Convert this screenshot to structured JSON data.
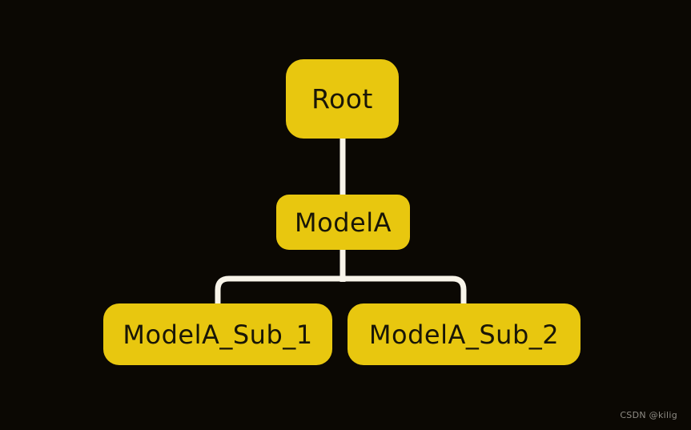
{
  "canvas": {
    "background": "#0b0803"
  },
  "diagram": {
    "type": "tree",
    "node_fill": "#e8c70f",
    "node_text_color": "#191607",
    "connector_color": "#f8f4e9",
    "nodes": [
      {
        "id": "root",
        "label": "Root",
        "parent": null
      },
      {
        "id": "modela",
        "label": "ModelA",
        "parent": "root"
      },
      {
        "id": "modela_sub_1",
        "label": "ModelA_Sub_1",
        "parent": "modela"
      },
      {
        "id": "modela_sub_2",
        "label": "ModelA_Sub_2",
        "parent": "modela"
      }
    ],
    "edges": [
      {
        "from": "root",
        "to": "modela"
      },
      {
        "from": "modela",
        "to": "modela_sub_1"
      },
      {
        "from": "modela",
        "to": "modela_sub_2"
      }
    ]
  },
  "watermark": {
    "text": "CSDN @kilig",
    "color": "#8e8b84"
  }
}
